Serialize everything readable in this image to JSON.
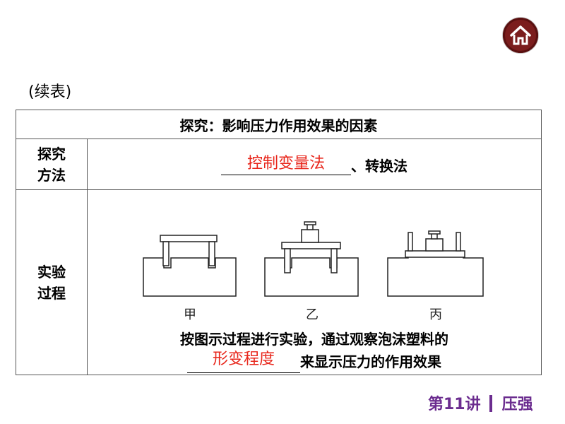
{
  "caption": "(续表)",
  "table": {
    "title": "探究：影响压力作用效果的因素",
    "rows": [
      {
        "label_line1": "探究",
        "label_line2": "方法",
        "answer": "控制变量法",
        "suffix": "、转换法"
      },
      {
        "label_line1": "实验",
        "label_line2": "过程",
        "figure_labels": [
          "甲",
          "乙",
          "丙"
        ],
        "text_line1": "按图示过程进行实验，通过观察泡沫塑料的",
        "answer": "形变程度",
        "suffix": "来显示压力的作用效果"
      }
    ]
  },
  "footer": {
    "lesson": "第11讲",
    "topic": "压强"
  },
  "colors": {
    "answer": "#e8261b",
    "footer": "#6b2c8f",
    "home_button": "#7b1d1d"
  },
  "icons": {
    "home": "home-icon"
  }
}
